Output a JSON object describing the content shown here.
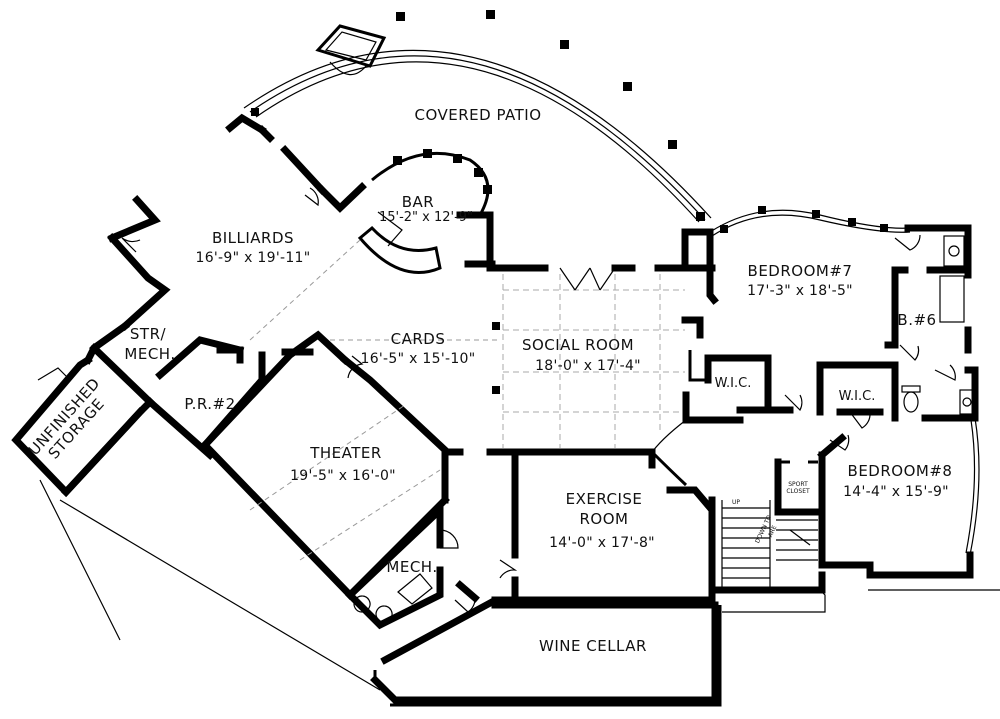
{
  "rooms": {
    "covered_patio": {
      "label": "COVERED PATIO"
    },
    "bar": {
      "label": "BAR",
      "dims": "15'-2\" x 12'-9\""
    },
    "billiards": {
      "label": "BILLIARDS",
      "dims": "16'-9\" x 19'-11\""
    },
    "cards": {
      "label": "CARDS",
      "dims": "16'-5\" x 15'-10\""
    },
    "social_room": {
      "label": "SOCIAL ROOM",
      "dims": "18'-0\" x 17'-4\""
    },
    "bedroom7": {
      "label": "BEDROOM#7",
      "dims": "17'-3\" x 18'-5\""
    },
    "bath6": {
      "label": "B.#6"
    },
    "wic_left": {
      "label": "W.I.C."
    },
    "wic_right": {
      "label": "W.I.C."
    },
    "bedroom8": {
      "label": "BEDROOM#8",
      "dims": "14'-4\" x 15'-9\""
    },
    "str_mech": {
      "label1": "STR/",
      "label2": "MECH."
    },
    "powder2": {
      "label": "P.R.#2"
    },
    "unfinished_storage": {
      "label1": "UNFINISHED",
      "label2": "STORAGE"
    },
    "theater": {
      "label": "THEATER",
      "dims": "19'-5\" x 16'-0\""
    },
    "exercise": {
      "label1": "EXERCISE",
      "label2": "ROOM",
      "dims": "14'-0\" x 17'-8\""
    },
    "mech": {
      "label": "MECH."
    },
    "wine_cellar": {
      "label": "WINE CELLAR"
    }
  },
  "annotations": {
    "sport_closet": {
      "line1": "SPORT",
      "line2": "CLOSET"
    },
    "stair_up": "UP",
    "stair_down": {
      "line1": "DOWN TO",
      "line2": "ARE"
    }
  }
}
